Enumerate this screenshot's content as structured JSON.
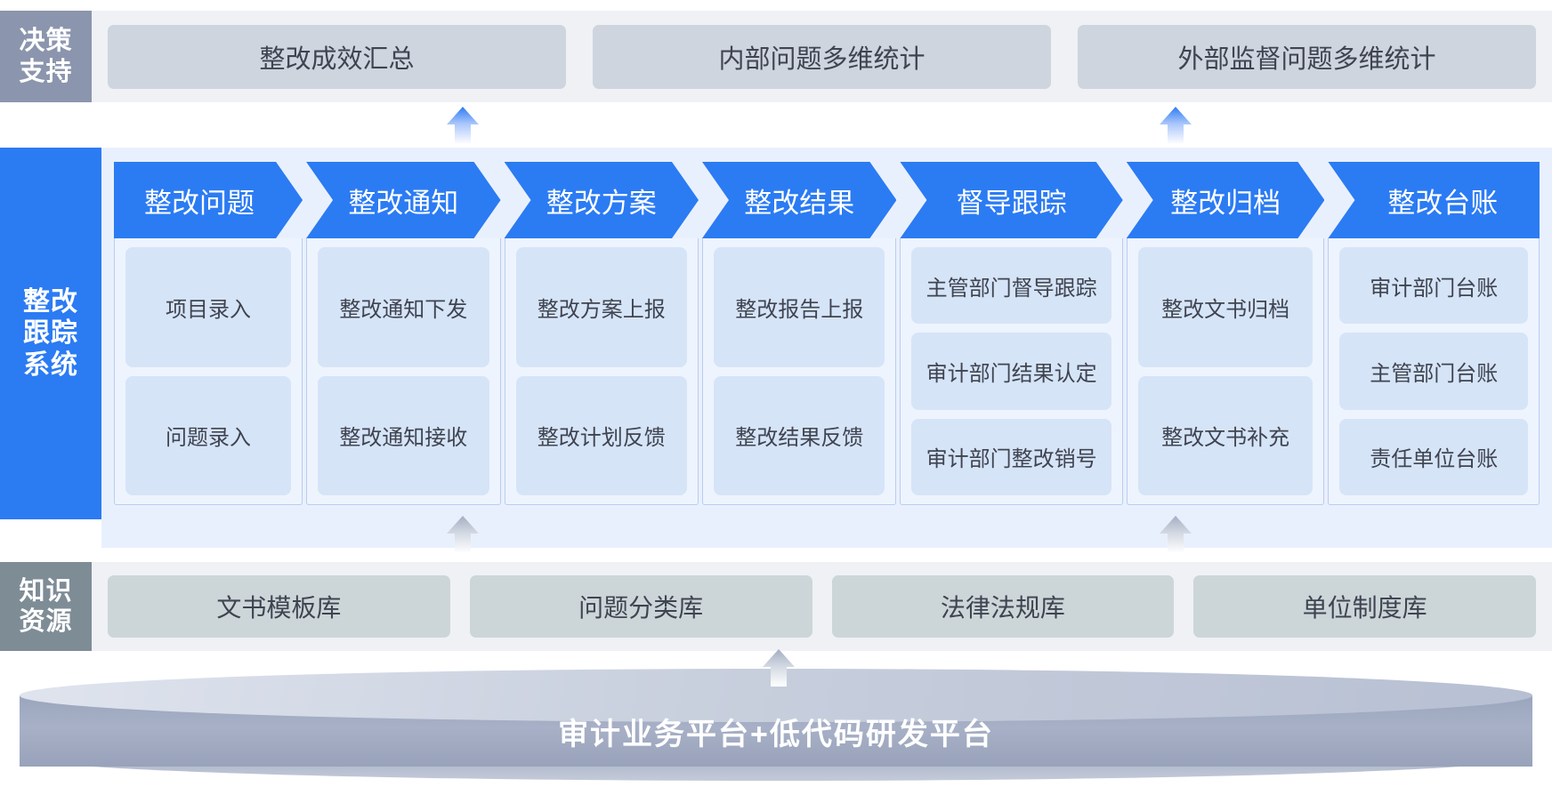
{
  "colors": {
    "brand_blue": "#2b7bf3",
    "decision_label_bg": "#8b95ad",
    "decision_card_bg": "#ced5df",
    "knowledge_label_bg": "#7e8c96",
    "knowledge_card_bg": "#ccd6d9",
    "stage_item_bg": "#d6e4f8",
    "band_bg_gray": "#eff1f5",
    "band_bg_blue": "#e9f0fd",
    "platform_body": "#9aa5bd"
  },
  "decision_support": {
    "label_lines": [
      "决策",
      "支持"
    ],
    "cards": [
      {
        "label": "整改成效汇总"
      },
      {
        "label": "内部问题多维统计"
      },
      {
        "label": "外部监督问题多维统计"
      }
    ]
  },
  "tracking_system": {
    "label_lines": [
      "整改",
      "跟踪",
      "系统"
    ],
    "stages": [
      {
        "title": "整改问题",
        "items": [
          "项目录入",
          "问题录入"
        ]
      },
      {
        "title": "整改通知",
        "items": [
          "整改通知下发",
          "整改通知接收"
        ]
      },
      {
        "title": "整改方案",
        "items": [
          "整改方案上报",
          "整改计划反馈"
        ]
      },
      {
        "title": "整改结果",
        "items": [
          "整改报告上报",
          "整改结果反馈"
        ]
      },
      {
        "title": "督导跟踪",
        "items": [
          "主管部门督导跟踪",
          "审计部门结果认定",
          "审计部门整改销号"
        ]
      },
      {
        "title": "整改归档",
        "items": [
          "整改文书归档",
          "整改文书补充"
        ]
      },
      {
        "title": "整改台账",
        "items": [
          "审计部门台账",
          "主管部门台账",
          "责任单位台账"
        ]
      }
    ]
  },
  "knowledge_resources": {
    "label_lines": [
      "知识",
      "资源"
    ],
    "cards": [
      {
        "label": "文书模板库"
      },
      {
        "label": "问题分类库"
      },
      {
        "label": "法律法规库"
      },
      {
        "label": "单位制度库"
      }
    ]
  },
  "platform": {
    "label": "审计业务平台+低代码研发平台"
  },
  "connectors": [
    {
      "name": "arrow-up-to-decision-left",
      "style": "blue"
    },
    {
      "name": "arrow-up-to-decision-right",
      "style": "blue"
    },
    {
      "name": "arrow-up-knowledge-to-tracking-left",
      "style": "gray"
    },
    {
      "name": "arrow-up-knowledge-to-tracking-right",
      "style": "gray"
    },
    {
      "name": "arrow-up-platform-to-knowledge",
      "style": "gray"
    }
  ]
}
